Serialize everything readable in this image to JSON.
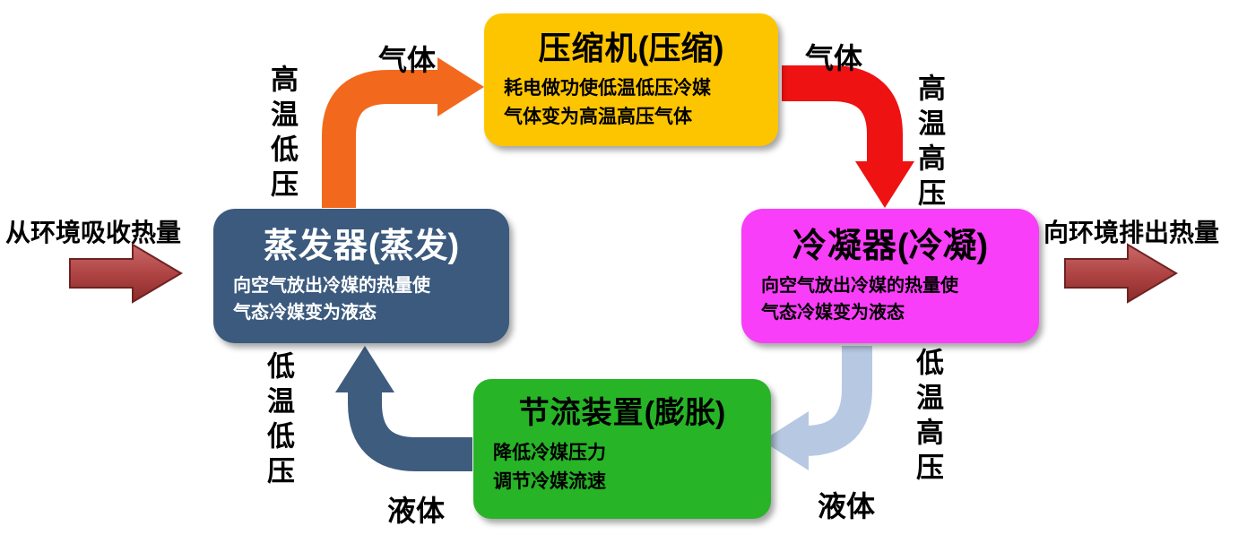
{
  "colors": {
    "compressor_bg": "#fdc500",
    "evaporator_bg": "#3b5a7e",
    "condenser_bg": "#f83ef8",
    "throttle_bg": "#27b427",
    "arrow_orange": "#f2691d",
    "arrow_red": "#ee1212",
    "arrow_lightblue": "#b7c9e2",
    "arrow_steel": "#3e5c7e",
    "arrow_heat": "#a93c3c"
  },
  "nodes": {
    "compressor": {
      "name": "压缩机",
      "qualifier": "(压缩)",
      "desc1": "耗电做功使低温低压冷媒",
      "desc2": "气体变为高温高压气体"
    },
    "evaporator": {
      "name": "蒸发器",
      "qualifier": "(蒸发)",
      "desc1": "向空气放出冷媒的热量使",
      "desc2": "气态冷媒变为液态"
    },
    "condenser": {
      "name": "冷凝器",
      "qualifier": "(冷凝)",
      "desc1": "向空气放出冷媒的热量使",
      "desc2": "气态冷媒变为液态"
    },
    "throttle": {
      "name": "节流装置",
      "qualifier": "(膨胀)",
      "desc1": "降低冷媒压力",
      "desc2": "调节冷媒流速"
    }
  },
  "flow_labels": {
    "gas_to_compressor": "气体",
    "gas_from_compressor": "气体",
    "state_evap_to_comp": "高温低压",
    "state_comp_to_cond": "高温高压",
    "state_cond_to_throttle": "低温高压",
    "state_throttle_to_evap": "低温低压",
    "liquid_from_condenser": "液体",
    "liquid_to_evaporator": "液体"
  },
  "external": {
    "absorb_heat": "从环境吸收热量",
    "reject_heat": "向环境排出热量"
  }
}
